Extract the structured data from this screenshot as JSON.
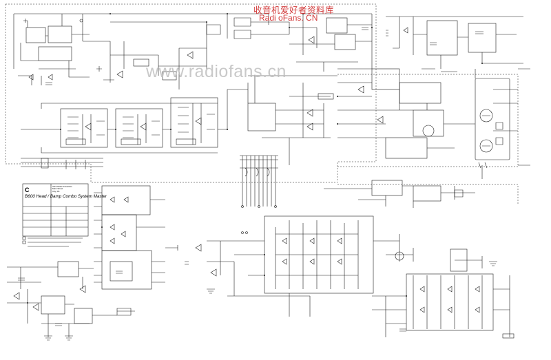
{
  "watermark": {
    "chinese": "收音机爱好者资料库",
    "site": "Radi oFans. CN",
    "url": "www.radiofans.cn"
  },
  "title_block": {
    "letter": "C",
    "title": "B600 Head / Bamp Combo System Master",
    "company": "Ultra-Mode Industries\nMain Street\nCity, PA"
  },
  "colors": {
    "ink": "#1a1a1a",
    "watermark_red": "#d23c3c",
    "watermark_gray": "#bcbcbc"
  }
}
